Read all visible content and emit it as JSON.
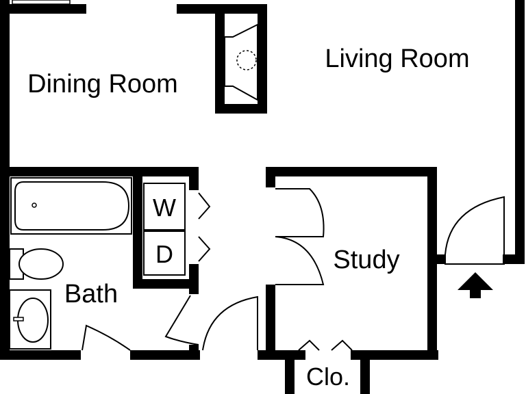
{
  "rooms": {
    "dining": "Dining Room",
    "living": "Living Room",
    "study": "Study",
    "bath": "Bath",
    "closet": "Clo."
  },
  "appliances": {
    "washer": "W",
    "dryer": "D"
  },
  "icons": {
    "entry": "entry-arrow-icon",
    "fireplace": "fireplace-icon",
    "bathtub": "bathtub-icon",
    "toilet": "toilet-icon",
    "sink": "sink-icon"
  },
  "colors": {
    "wall": "#000000",
    "background": "#ffffff"
  }
}
